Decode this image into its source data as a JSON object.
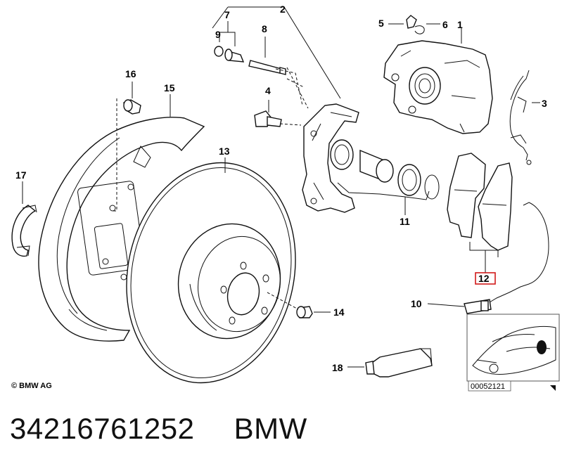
{
  "callouts": [
    "1",
    "2",
    "3",
    "4",
    "5",
    "6",
    "7",
    "8",
    "9",
    "10",
    "11",
    "12",
    "13",
    "14",
    "15",
    "16",
    "17",
    "18"
  ],
  "highlighted_callout": "12",
  "copyright": "© BMW AG",
  "inset_code": "00052121",
  "caption": {
    "part_number": "34216761252",
    "brand": "BMW"
  },
  "colors": {
    "highlight": "#d11a1a",
    "line": "#111111",
    "background": "#ffffff"
  }
}
